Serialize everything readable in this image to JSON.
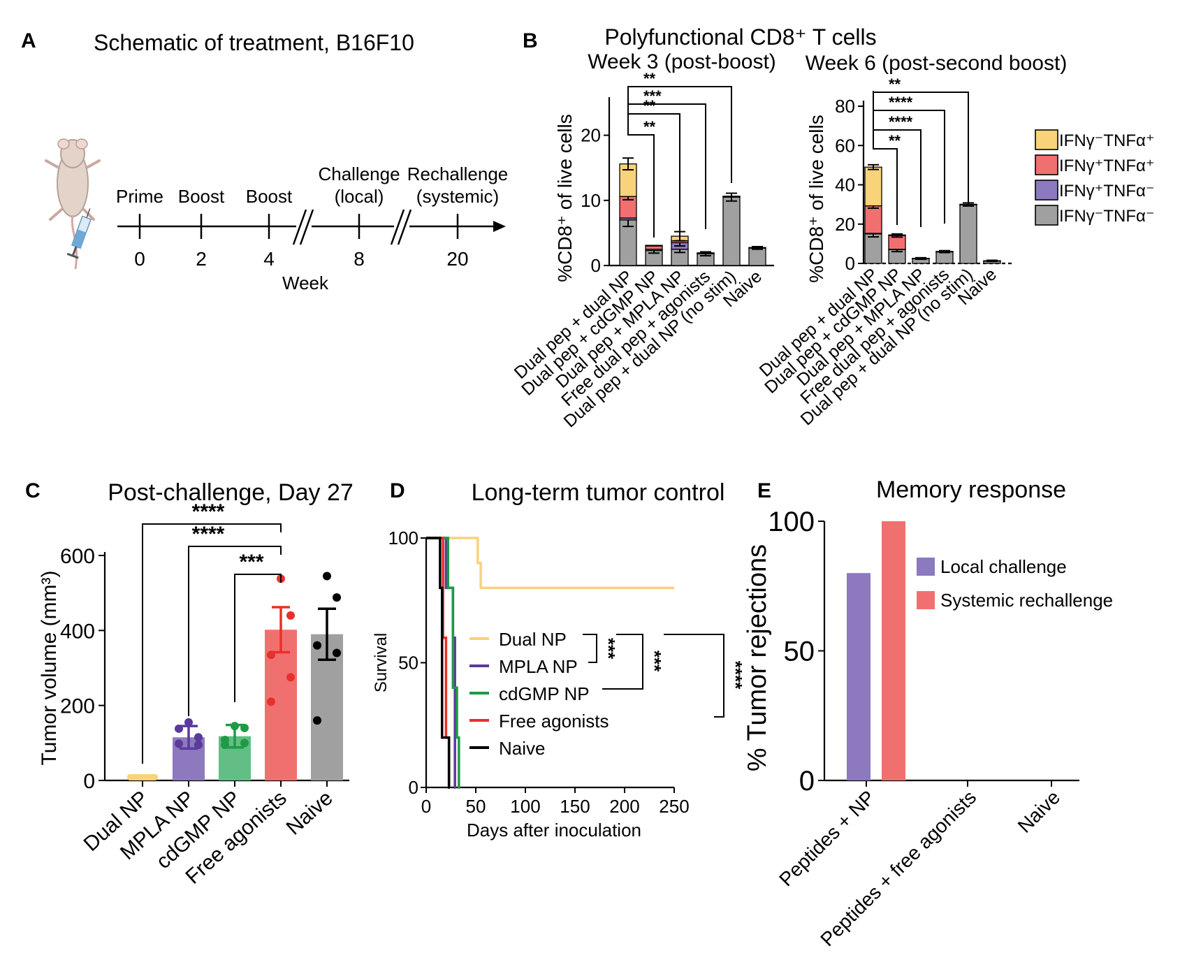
{
  "colors": {
    "yellow": "#F9D37A",
    "red": "#F07070",
    "purple": "#8C79BE",
    "gray": "#A0A0A0",
    "green": "#62BE85",
    "dark_red": "#E8302A",
    "dark_purple": "#5A3A9B",
    "dark_green": "#1E9A46",
    "black": "#000000"
  },
  "panelA": {
    "letter": "A",
    "title": "Schematic of treatment, B16F10",
    "icon": "mouse-with-syringe-icon",
    "events": [
      {
        "label": "Prime",
        "week": "0"
      },
      {
        "label": "Boost",
        "week": "2"
      },
      {
        "label": "Boost",
        "week": "4"
      },
      {
        "label": "Challenge\n(local)",
        "week": "8"
      },
      {
        "label": "Rechallenge\n(systemic)",
        "week": "20"
      }
    ],
    "axis_label": "Week"
  },
  "panelB": {
    "letter": "B",
    "title": "Polyfunctional CD8⁺ T cells",
    "ylabel": "%CD8⁺ of live cells",
    "legend": [
      "IFNγ⁻TNFα⁺",
      "IFNγ⁺TNFα⁺",
      "IFNγ⁺TNFα⁻",
      "IFNγ⁻TNFα⁻"
    ],
    "categories": [
      "Dual pep + dual NP",
      "Dual pep + cdGMP NP",
      "Dual pep + MPLA NP",
      "Free dual pep + agonists",
      "Dual pep + dual NP (no stim)",
      "Naive"
    ]
  },
  "panelC": {
    "letter": "C",
    "title": "Post-challenge, Day 27",
    "ylabel": "Tumor volume (mm³)",
    "categories": [
      "Dual NP",
      "MPLA NP",
      "cdGMP NP",
      "Free agonists",
      "Naive"
    ],
    "sig": [
      "****",
      "****",
      "***"
    ]
  },
  "panelD": {
    "letter": "D",
    "title": "Long-term tumor control",
    "ylabel": "Survival",
    "xlabel": "Days after inoculation",
    "legend": [
      "Dual NP",
      "MPLA NP",
      "cdGMP NP",
      "Free agonists",
      "Naive"
    ],
    "sig": [
      "***",
      "***",
      "****"
    ]
  },
  "panelE": {
    "letter": "E",
    "title": "Memory response",
    "ylabel": "% Tumor rejections",
    "legend": [
      "Local challenge",
      "Systemic rechallenge"
    ],
    "categories": [
      "Peptides + NP",
      "Peptides + free agonists",
      "Naive"
    ]
  },
  "chart_data": [
    {
      "type": "bar",
      "stacked": true,
      "title": "Week 3 (post-boost)",
      "ylim": [
        0,
        25
      ],
      "yticks": [
        "0",
        "10",
        "20"
      ],
      "series": [
        {
          "name": "IFNγ⁻TNFα⁻",
          "values": [
            7,
            2.3,
            2.5,
            1.8,
            10.5,
            2.7
          ],
          "err": [
            1,
            0.4,
            0.5,
            0.3,
            0.6,
            0.2
          ]
        },
        {
          "name": "IFNγ⁺TNFα⁻",
          "values": [
            0.3,
            0.2,
            1.0,
            0.05,
            0.05,
            0.02
          ],
          "err": [
            0,
            0,
            0.5,
            0,
            0,
            0
          ]
        },
        {
          "name": "IFNγ⁺TNFα⁺",
          "values": [
            3.3,
            0.5,
            0.3,
            0.05,
            0.05,
            0.02
          ],
          "err": [
            0.5,
            0,
            0,
            0,
            0,
            0
          ]
        },
        {
          "name": "IFNγ⁻TNFα⁺",
          "values": [
            5.0,
            0.1,
            0.7,
            0.05,
            0.05,
            0.02
          ],
          "err": [
            0.9,
            0,
            0.7,
            0,
            0,
            0
          ]
        }
      ],
      "sig": [
        {
          "from": 0,
          "to": 1,
          "label": "**"
        },
        {
          "from": 0,
          "to": 2,
          "label": "**"
        },
        {
          "from": 0,
          "to": 3,
          "label": "***"
        },
        {
          "from": 0,
          "to": 4,
          "label": "**"
        }
      ]
    },
    {
      "type": "bar",
      "stacked": true,
      "title": "Week 6 (post-second boost)",
      "ylim": [
        0,
        80
      ],
      "yticks": [
        "0",
        "20",
        "40",
        "60",
        "80"
      ],
      "series": [
        {
          "name": "IFNγ⁻TNFα⁻",
          "values": [
            15,
            7,
            2.5,
            6,
            30,
            1.3
          ],
          "err": [
            1.5,
            1,
            0.4,
            0.5,
            0.8,
            0.3
          ]
        },
        {
          "name": "IFNγ⁺TNFα⁻",
          "values": [
            0.3,
            0.2,
            0.02,
            0.02,
            0.02,
            0.02
          ],
          "err": [
            0,
            0,
            0,
            0,
            0,
            0
          ]
        },
        {
          "name": "IFNγ⁺TNFα⁺",
          "values": [
            14,
            7,
            0.02,
            0.02,
            0.02,
            0.02
          ],
          "err": [
            1.2,
            0.8,
            0,
            0,
            0,
            0
          ]
        },
        {
          "name": "IFNγ⁻TNFα⁺",
          "values": [
            19.7,
            0.3,
            0.02,
            0.02,
            0.02,
            0.02
          ],
          "err": [
            1.2,
            0,
            0,
            0,
            0,
            0
          ]
        }
      ],
      "sig": [
        {
          "from": 0,
          "to": 1,
          "label": "**"
        },
        {
          "from": 0,
          "to": 2,
          "label": "****"
        },
        {
          "from": 0,
          "to": 3,
          "label": "****"
        },
        {
          "from": 0,
          "to": 4,
          "label": "**"
        }
      ]
    },
    {
      "type": "bar",
      "title": "Post-challenge, Day 27",
      "ylabel": "Tumor volume (mm³)",
      "ylim": [
        0,
        600
      ],
      "yticks": [
        "0",
        "200",
        "400",
        "600"
      ],
      "categories": [
        "Dual NP",
        "MPLA NP",
        "cdGMP NP",
        "Free agonists",
        "Naive"
      ],
      "values": [
        1,
        115,
        118,
        402,
        390
      ],
      "err": [
        0,
        30,
        30,
        60,
        68
      ],
      "points": [
        [
          1,
          1,
          1,
          1,
          1
        ],
        [
          155,
          115,
          138,
          95,
          98
        ],
        [
          145,
          140,
          108,
          100,
          95
        ],
        [
          538,
          440,
          335,
          275,
          210
        ],
        [
          545,
          488,
          360,
          340,
          160
        ]
      ],
      "sig": [
        {
          "from": 0,
          "to": 3,
          "label": "****"
        },
        {
          "from": 1,
          "to": 3,
          "label": "****"
        },
        {
          "from": 2,
          "to": 3,
          "label": "***"
        }
      ]
    },
    {
      "type": "line",
      "subtype": "survival",
      "title": "Long-term tumor control",
      "xlabel": "Days after inoculation",
      "ylabel": "Survival",
      "xlim": [
        0,
        250
      ],
      "ylim": [
        0,
        100
      ],
      "xticks": [
        "0",
        "50",
        "100",
        "150",
        "200",
        "250"
      ],
      "yticks": [
        "0",
        "50",
        "100"
      ],
      "series": [
        {
          "name": "Dual NP",
          "points": [
            [
              0,
              100
            ],
            [
              52,
              100
            ],
            [
              52,
              90
            ],
            [
              55,
              90
            ],
            [
              55,
              80
            ],
            [
              250,
              80
            ]
          ]
        },
        {
          "name": "MPLA NP",
          "points": [
            [
              0,
              100
            ],
            [
              20,
              100
            ],
            [
              20,
              80
            ],
            [
              27,
              80
            ],
            [
              27,
              60
            ],
            [
              29,
              60
            ],
            [
              29,
              0
            ],
            [
              30,
              0
            ]
          ]
        },
        {
          "name": "cdGMP NP",
          "points": [
            [
              0,
              100
            ],
            [
              22,
              100
            ],
            [
              22,
              80
            ],
            [
              27,
              80
            ],
            [
              27,
              40
            ],
            [
              31,
              40
            ],
            [
              31,
              20
            ],
            [
              33,
              20
            ],
            [
              33,
              0
            ],
            [
              34,
              0
            ]
          ]
        },
        {
          "name": "Free agonists",
          "points": [
            [
              0,
              100
            ],
            [
              17,
              100
            ],
            [
              17,
              60
            ],
            [
              20,
              60
            ],
            [
              20,
              20
            ],
            [
              23,
              20
            ],
            [
              23,
              0
            ],
            [
              24,
              0
            ]
          ]
        },
        {
          "name": "Naive",
          "points": [
            [
              0,
              100
            ],
            [
              14,
              100
            ],
            [
              14,
              80
            ],
            [
              16,
              80
            ],
            [
              16,
              20
            ],
            [
              23,
              20
            ],
            [
              23,
              0
            ],
            [
              24,
              0
            ]
          ]
        }
      ]
    },
    {
      "type": "bar",
      "title": "Memory response",
      "ylabel": "% Tumor rejections",
      "ylim": [
        0,
        100
      ],
      "yticks": [
        "0",
        "50",
        "100"
      ],
      "categories": [
        "Peptides + NP",
        "Peptides + free agonists",
        "Naive"
      ],
      "series": [
        {
          "name": "Local challenge",
          "values": [
            80,
            0,
            0
          ]
        },
        {
          "name": "Systemic rechallenge",
          "values": [
            100,
            0,
            0
          ]
        }
      ]
    }
  ]
}
